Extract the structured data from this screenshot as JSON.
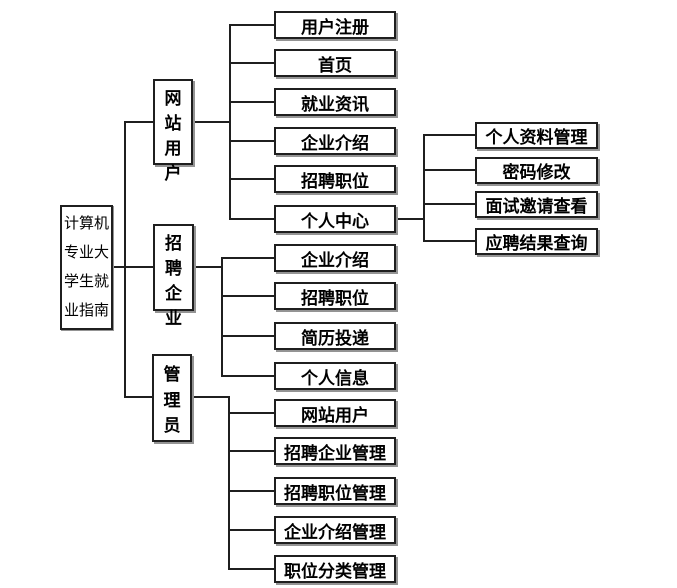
{
  "diagram": {
    "root_label": "计算机专业大学生就业指南",
    "branches": [
      {
        "label": "网站用户",
        "children": [
          "用户注册",
          "首页",
          "就业资讯",
          "企业介绍",
          "招聘职位",
          "个人中心"
        ]
      },
      {
        "label": "招聘企业",
        "children": [
          "企业介绍",
          "招聘职位",
          "简历投递",
          "个人信息"
        ]
      },
      {
        "label": "管理员",
        "children": [
          "网站用户",
          "招聘企业管理",
          "招聘职位管理",
          "企业介绍管理",
          "职位分类管理"
        ]
      }
    ],
    "sub_branches": [
      {
        "parent": "个人中心",
        "children": [
          "个人资料管理",
          "密码修改",
          "面试邀请查看",
          "应聘结果查询"
        ]
      }
    ],
    "colors": {
      "background": "#ffffff",
      "box_border": "#1f1f1f",
      "box_shadow": "#949494",
      "line": "#1f1f1f",
      "text": "#000000"
    }
  }
}
